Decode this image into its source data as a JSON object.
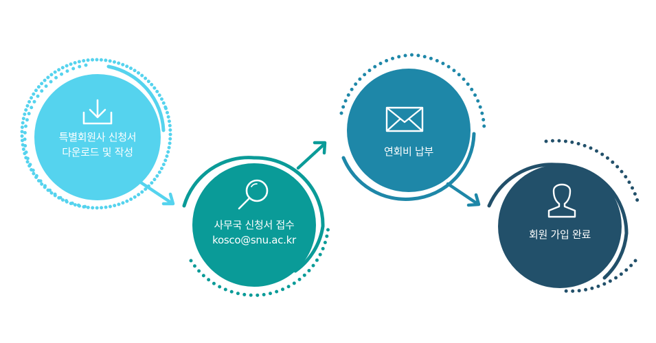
{
  "steps": [
    {
      "id": "step-1",
      "icon": "download-icon",
      "line1": "특별회원사 신청서",
      "line2": "다운로드 및 작성",
      "color": "#55d3ee"
    },
    {
      "id": "step-2",
      "icon": "magnifier-icon",
      "line1": "사무국 신청서 접수",
      "line2": "kosco@snu.ac.kr",
      "color": "#0a9b98"
    },
    {
      "id": "step-3",
      "icon": "envelope-icon",
      "line1": "연회비 납부",
      "line2": "",
      "color": "#1e87a8"
    },
    {
      "id": "step-4",
      "icon": "user-icon",
      "line1": "회원 가입 완료",
      "line2": "",
      "color": "#22506a"
    }
  ]
}
